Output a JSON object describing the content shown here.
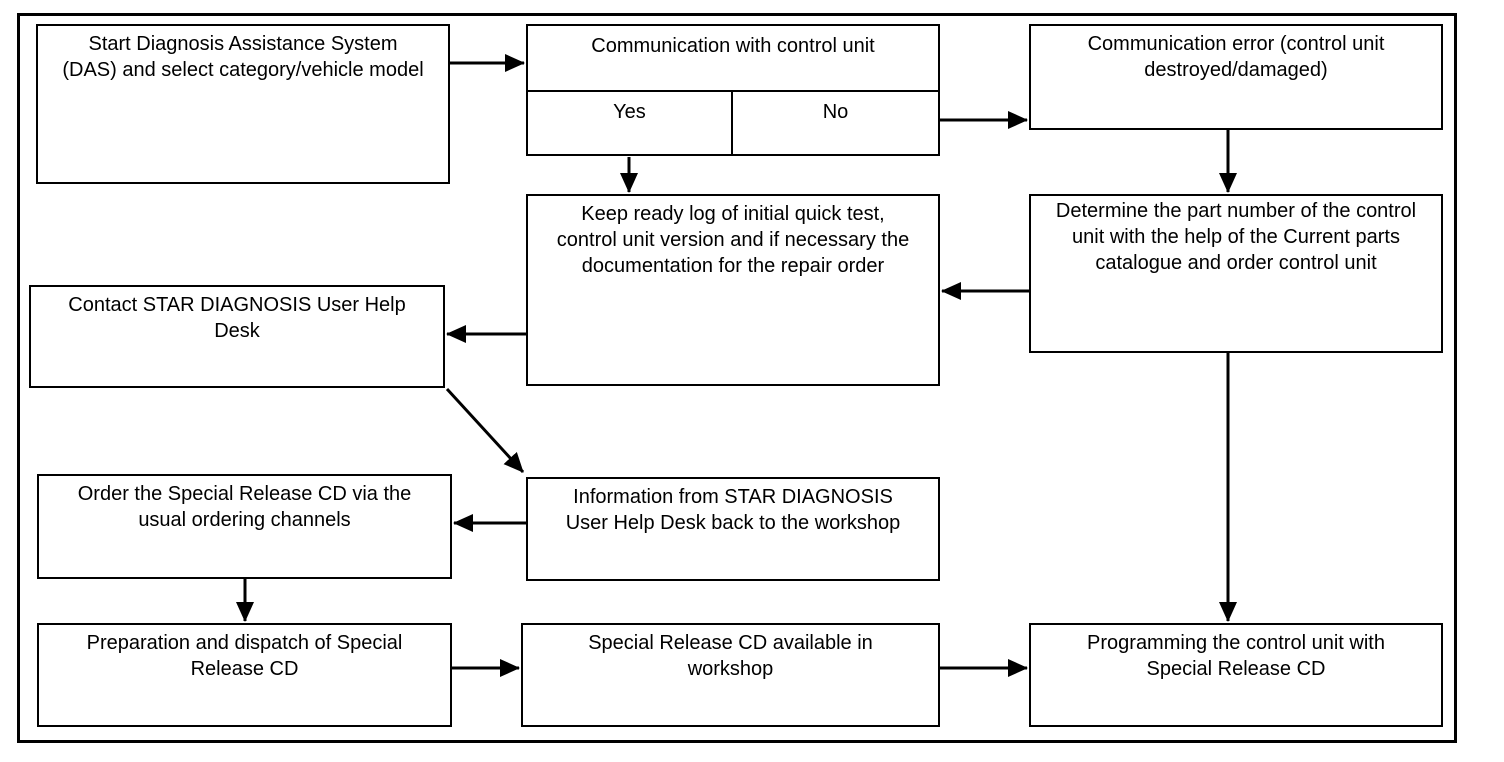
{
  "colors": {
    "ink": "#000000",
    "background": "#ffffff"
  },
  "nodes": {
    "start_das": {
      "label": "Start Diagnosis Assistance System\n(DAS) and select category/vehicle model"
    },
    "communication": {
      "title": "Communication with control unit",
      "yes_label": "Yes",
      "no_label": "No"
    },
    "comm_error": {
      "label": "Communication error (control unit\ndestroyed/damaged)"
    },
    "determine_part": {
      "label": "Determine the part number of the control\nunit with the help of the Current parts\ncatalogue and order control unit"
    },
    "keep_ready": {
      "label": "Keep ready log of initial quick test,\ncontrol unit version and if necessary the\ndocumentation for the repair order"
    },
    "contact_star": {
      "label": "Contact STAR DIAGNOSIS User Help\nDesk"
    },
    "info_star": {
      "label": "Information from STAR DIAGNOSIS\nUser Help Desk back to the workshop"
    },
    "order_cd": {
      "label": "Order the Special Release CD via the\nusual ordering channels"
    },
    "prep_cd": {
      "label": "Preparation and dispatch of Special\nRelease CD"
    },
    "cd_available": {
      "label": "Special Release CD available in\nworkshop"
    },
    "programming": {
      "label": "Programming the control unit with\nSpecial Release CD"
    }
  }
}
